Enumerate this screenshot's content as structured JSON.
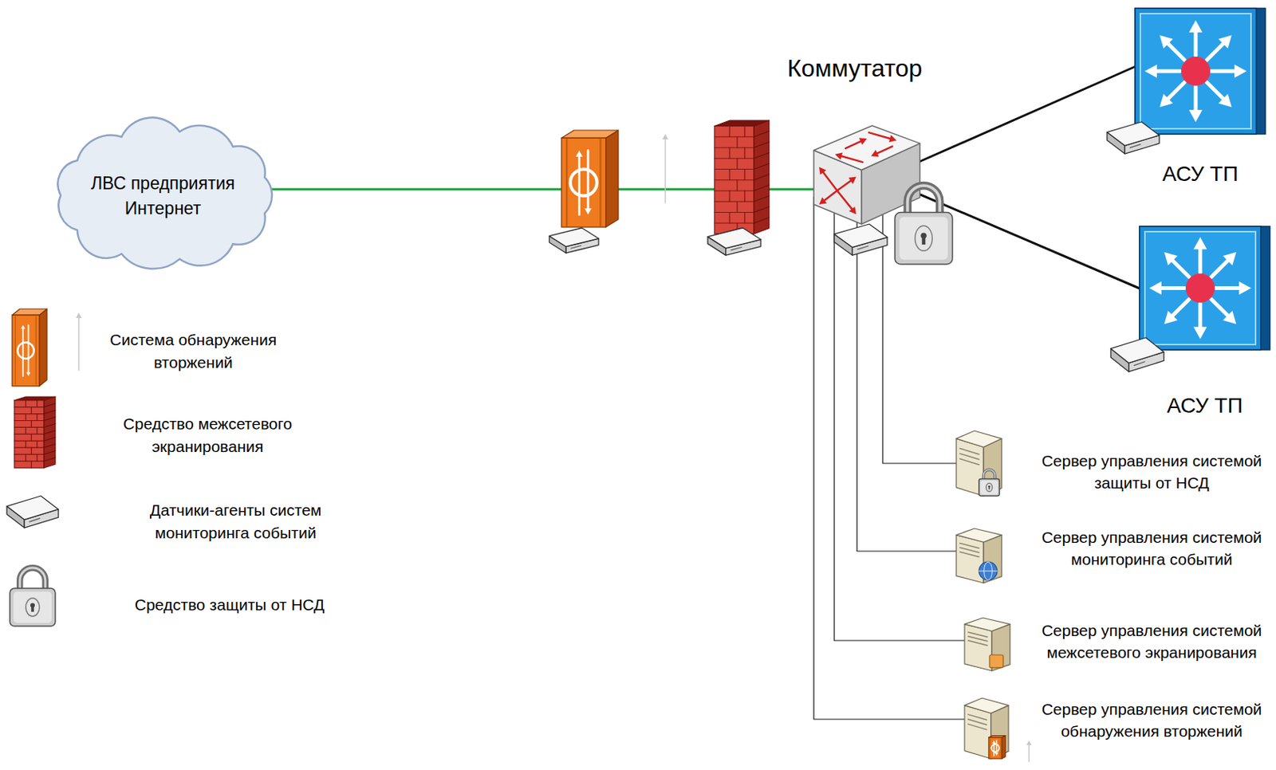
{
  "diagram": {
    "nodes": [
      {
        "text": [
          "ЛВС предприятия Интернет"
        ]
      },
      {
        "text": [
          "Коммутатор"
        ]
      },
      {
        "text": [
          "АСУ ТП"
        ]
      },
      {
        "text": [
          "АСУ ТП"
        ]
      },
      {
        "text": [
          "Сервер управления системой защиты от НСД"
        ]
      },
      {
        "text": [
          "Сервер управления системой мониторинга событий"
        ]
      },
      {
        "text": [
          "Сервер управления системой межсетевого экранирования"
        ]
      },
      {
        "text": [
          "Сервер управления системой обнаружения вторжений"
        ]
      }
    ],
    "edges": [
      {
        "from": 0,
        "to": 1,
        "arrow": "none"
      },
      {
        "from": 1,
        "to": 2,
        "arrow": "none"
      },
      {
        "from": 1,
        "to": 3,
        "arrow": "none"
      },
      {
        "from": 1,
        "to": 4,
        "arrow": "none"
      },
      {
        "from": 1,
        "to": 5,
        "arrow": "none"
      },
      {
        "from": 1,
        "to": 6,
        "arrow": "none"
      },
      {
        "from": 1,
        "to": 7,
        "arrow": "none"
      }
    ],
    "legend": [
      {
        "text": "Система обнаружения вторжений"
      },
      {
        "text": "Средство межсетевого экранирования"
      },
      {
        "text": "Датчики-агенты систем мониторинга событий"
      },
      {
        "text": "Средство защиты от НСД"
      }
    ]
  }
}
